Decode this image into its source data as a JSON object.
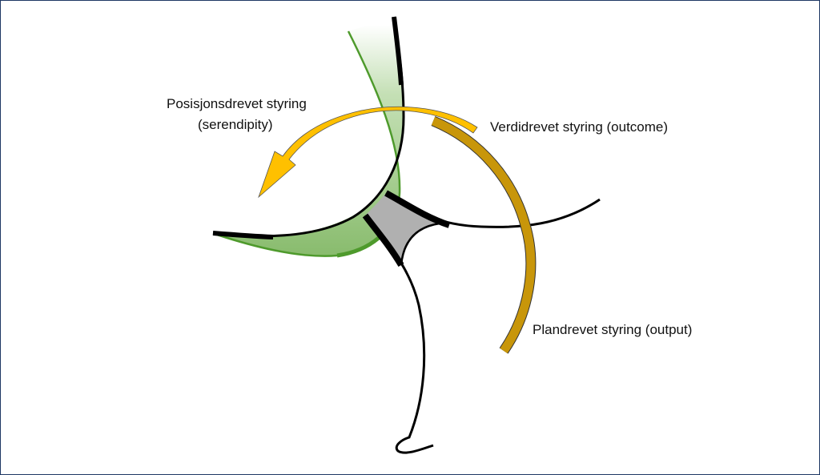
{
  "labels": {
    "position_driven": "Posisjonsdrevet styring",
    "position_driven_sub": "(serendipity)",
    "value_driven": "Verdidrevet styring (outcome)",
    "plan_driven": "Plandrevet styring (output)"
  },
  "colors": {
    "arrow_upper": "#ffc000",
    "arrow_lower": "#c8960a",
    "green_band": "#4e9a2c",
    "center_gray": "#b0b0b0",
    "frame": "#1f3864"
  }
}
